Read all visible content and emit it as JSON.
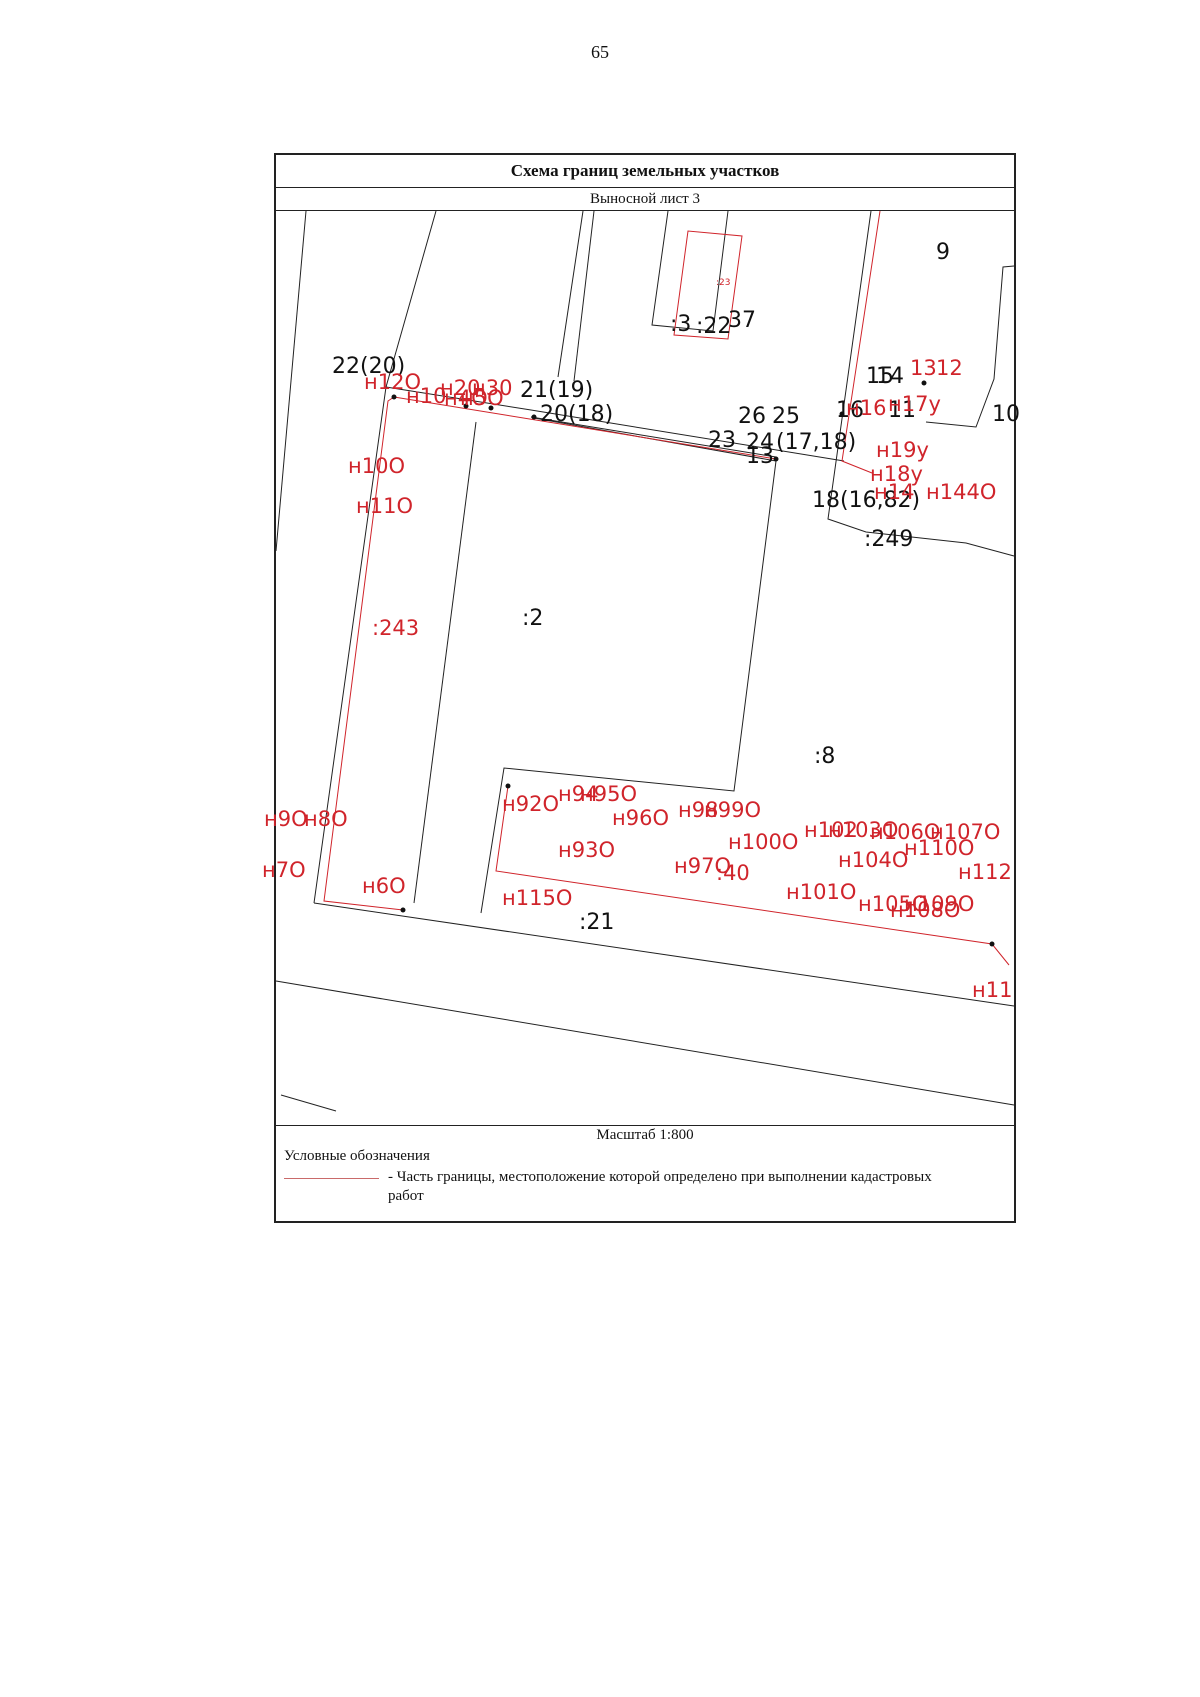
{
  "page_number": "65",
  "title": "Схема границ земельных участков",
  "subtitle": "Выносной лист 3",
  "scale": "Масштаб 1:800",
  "legend": {
    "title": "Условные обозначения",
    "line_color": "#c96a6a",
    "text": "- Часть границы, местоположение которой определено при выполнении кадастровых работ"
  },
  "colors": {
    "black": "#111111",
    "red": "#d0242b"
  },
  "map": {
    "parcels": [
      ":23",
      ":3",
      ":22",
      ":243",
      ":2",
      ":249",
      ":8",
      ":40",
      ":21"
    ],
    "black_labels": [
      "9",
      "37",
      "22(20)",
      "21(19)",
      "20(18)",
      "26",
      "25",
      "23",
      "24",
      "(17,18)",
      "13",
      "15",
      "14",
      "16",
      "11",
      "10",
      "18(16,82)"
    ],
    "red_labels": [
      "н12О",
      "н10",
      "н20",
      "н30",
      "н4О",
      "н5О",
      "н10О",
      "н11О",
      "н9О",
      "н8О",
      "н7О",
      "н6О",
      "н92О",
      "н94",
      "н95О",
      "н96О",
      "н93О",
      "н98",
      "н99О",
      "н97О",
      "н100О",
      "н102",
      "н103О",
      "н106О",
      "н107О",
      "н104О",
      "н110О",
      "н101О",
      "н105О",
      "н109О",
      "н108О",
      "н112",
      "н115О",
      "н11",
      "13",
      "12",
      "н16",
      "н17у",
      "н19у",
      "н18у",
      "н14",
      "н144О"
    ]
  }
}
